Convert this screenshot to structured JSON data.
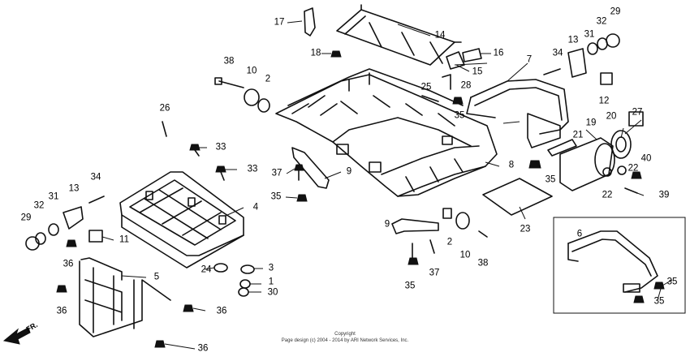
{
  "direction_label": "FR.",
  "footer": {
    "line1": "Copyright",
    "line2": "Page design (c) 2004 - 2014 by ARI Network Services, Inc."
  },
  "callouts": {
    "c1": "17",
    "c2": "14",
    "c3": "18",
    "c4": "16",
    "c5": "15",
    "c6": "13",
    "c7": "32",
    "c8": "29",
    "c9": "31",
    "c10": "34",
    "c11": "7",
    "c12": "38",
    "c13": "10",
    "c14": "2",
    "c15": "25",
    "c16": "28",
    "c17": "12",
    "c18": "35",
    "c19": "26",
    "c20": "27",
    "c21": "20",
    "c22": "19",
    "c23": "21",
    "c24": "33",
    "c25": "33",
    "c26": "37",
    "c27": "9",
    "c28": "8",
    "c29": "40",
    "c30": "22",
    "c31": "22",
    "c32": "35",
    "c33": "35",
    "c34": "39",
    "c35": "34",
    "c36": "13",
    "c37": "4",
    "c38": "32",
    "c39": "31",
    "c40": "29",
    "c41": "11",
    "c42": "9",
    "c43": "2",
    "c44": "10",
    "c45": "38",
    "c46": "23",
    "c47": "6",
    "c48": "36",
    "c49": "5",
    "c50": "24",
    "c51": "3",
    "c52": "1",
    "c53": "30",
    "c54": "37",
    "c55": "35",
    "c56": "36",
    "c57": "36",
    "c58": "36",
    "c59": "35",
    "c60": "35"
  }
}
